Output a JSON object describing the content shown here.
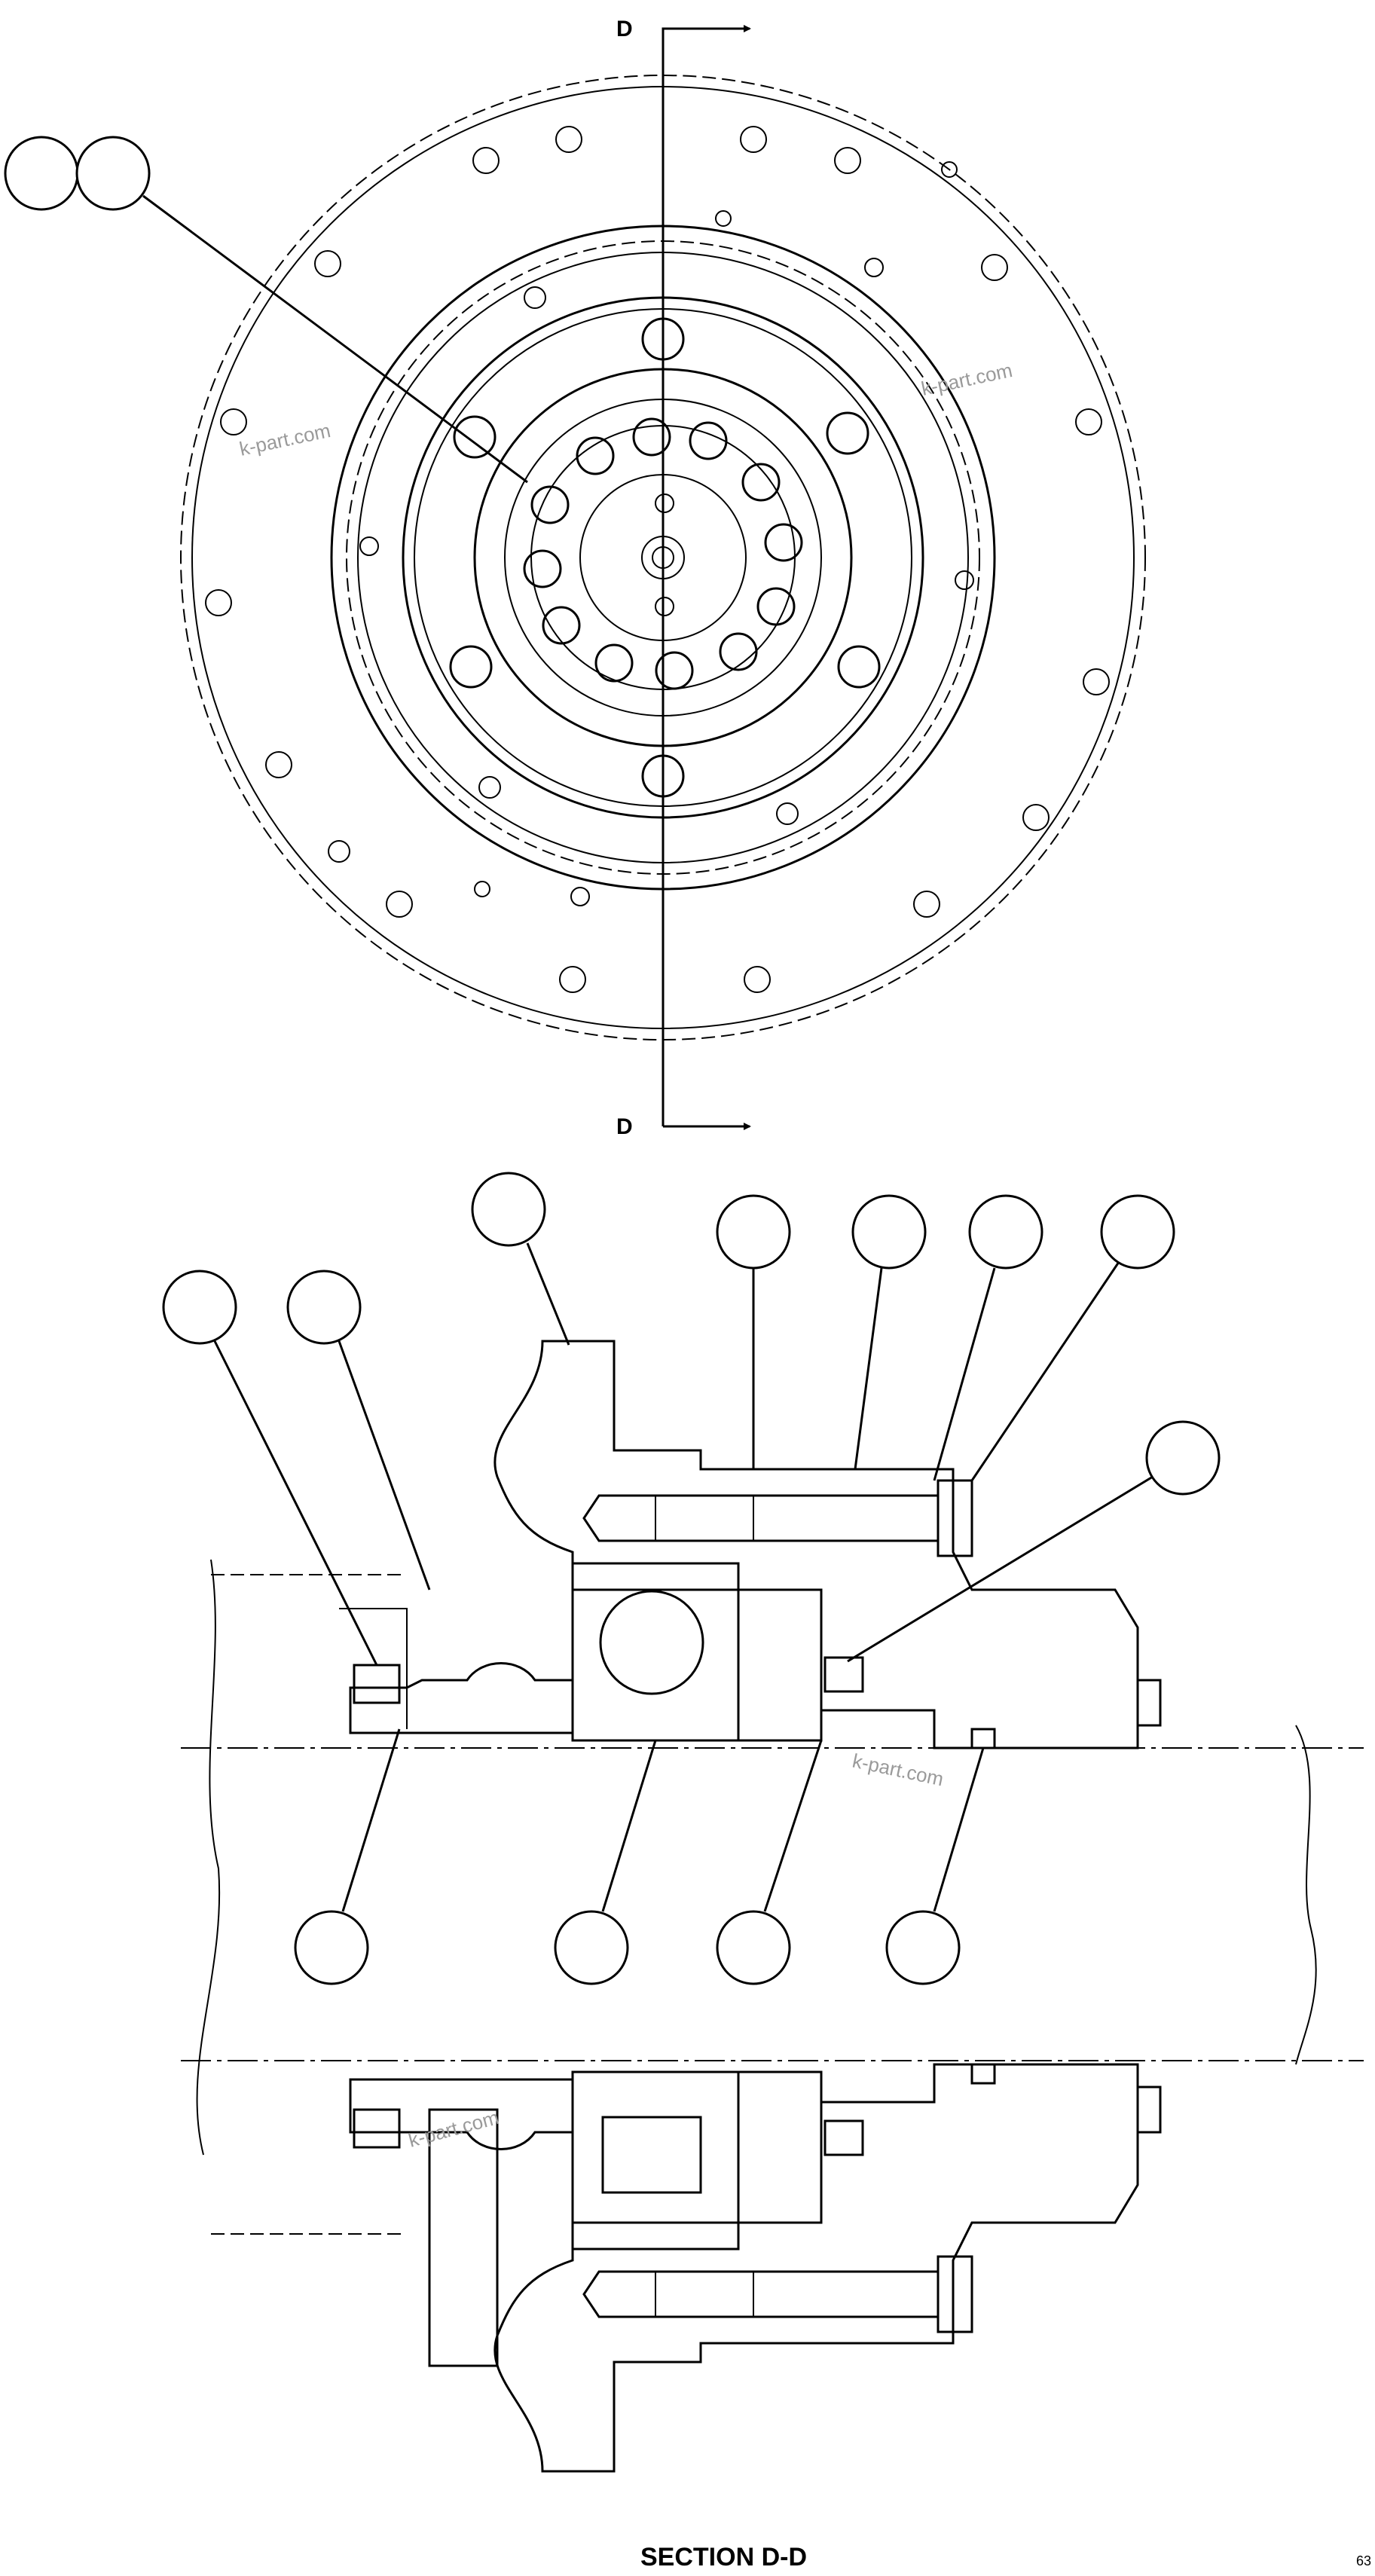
{
  "section_marker": {
    "top_letter": "D",
    "bottom_letter": "D"
  },
  "section_caption": "SECTION D-D",
  "sheet_ref": "63",
  "watermark": "k-part.com"
}
